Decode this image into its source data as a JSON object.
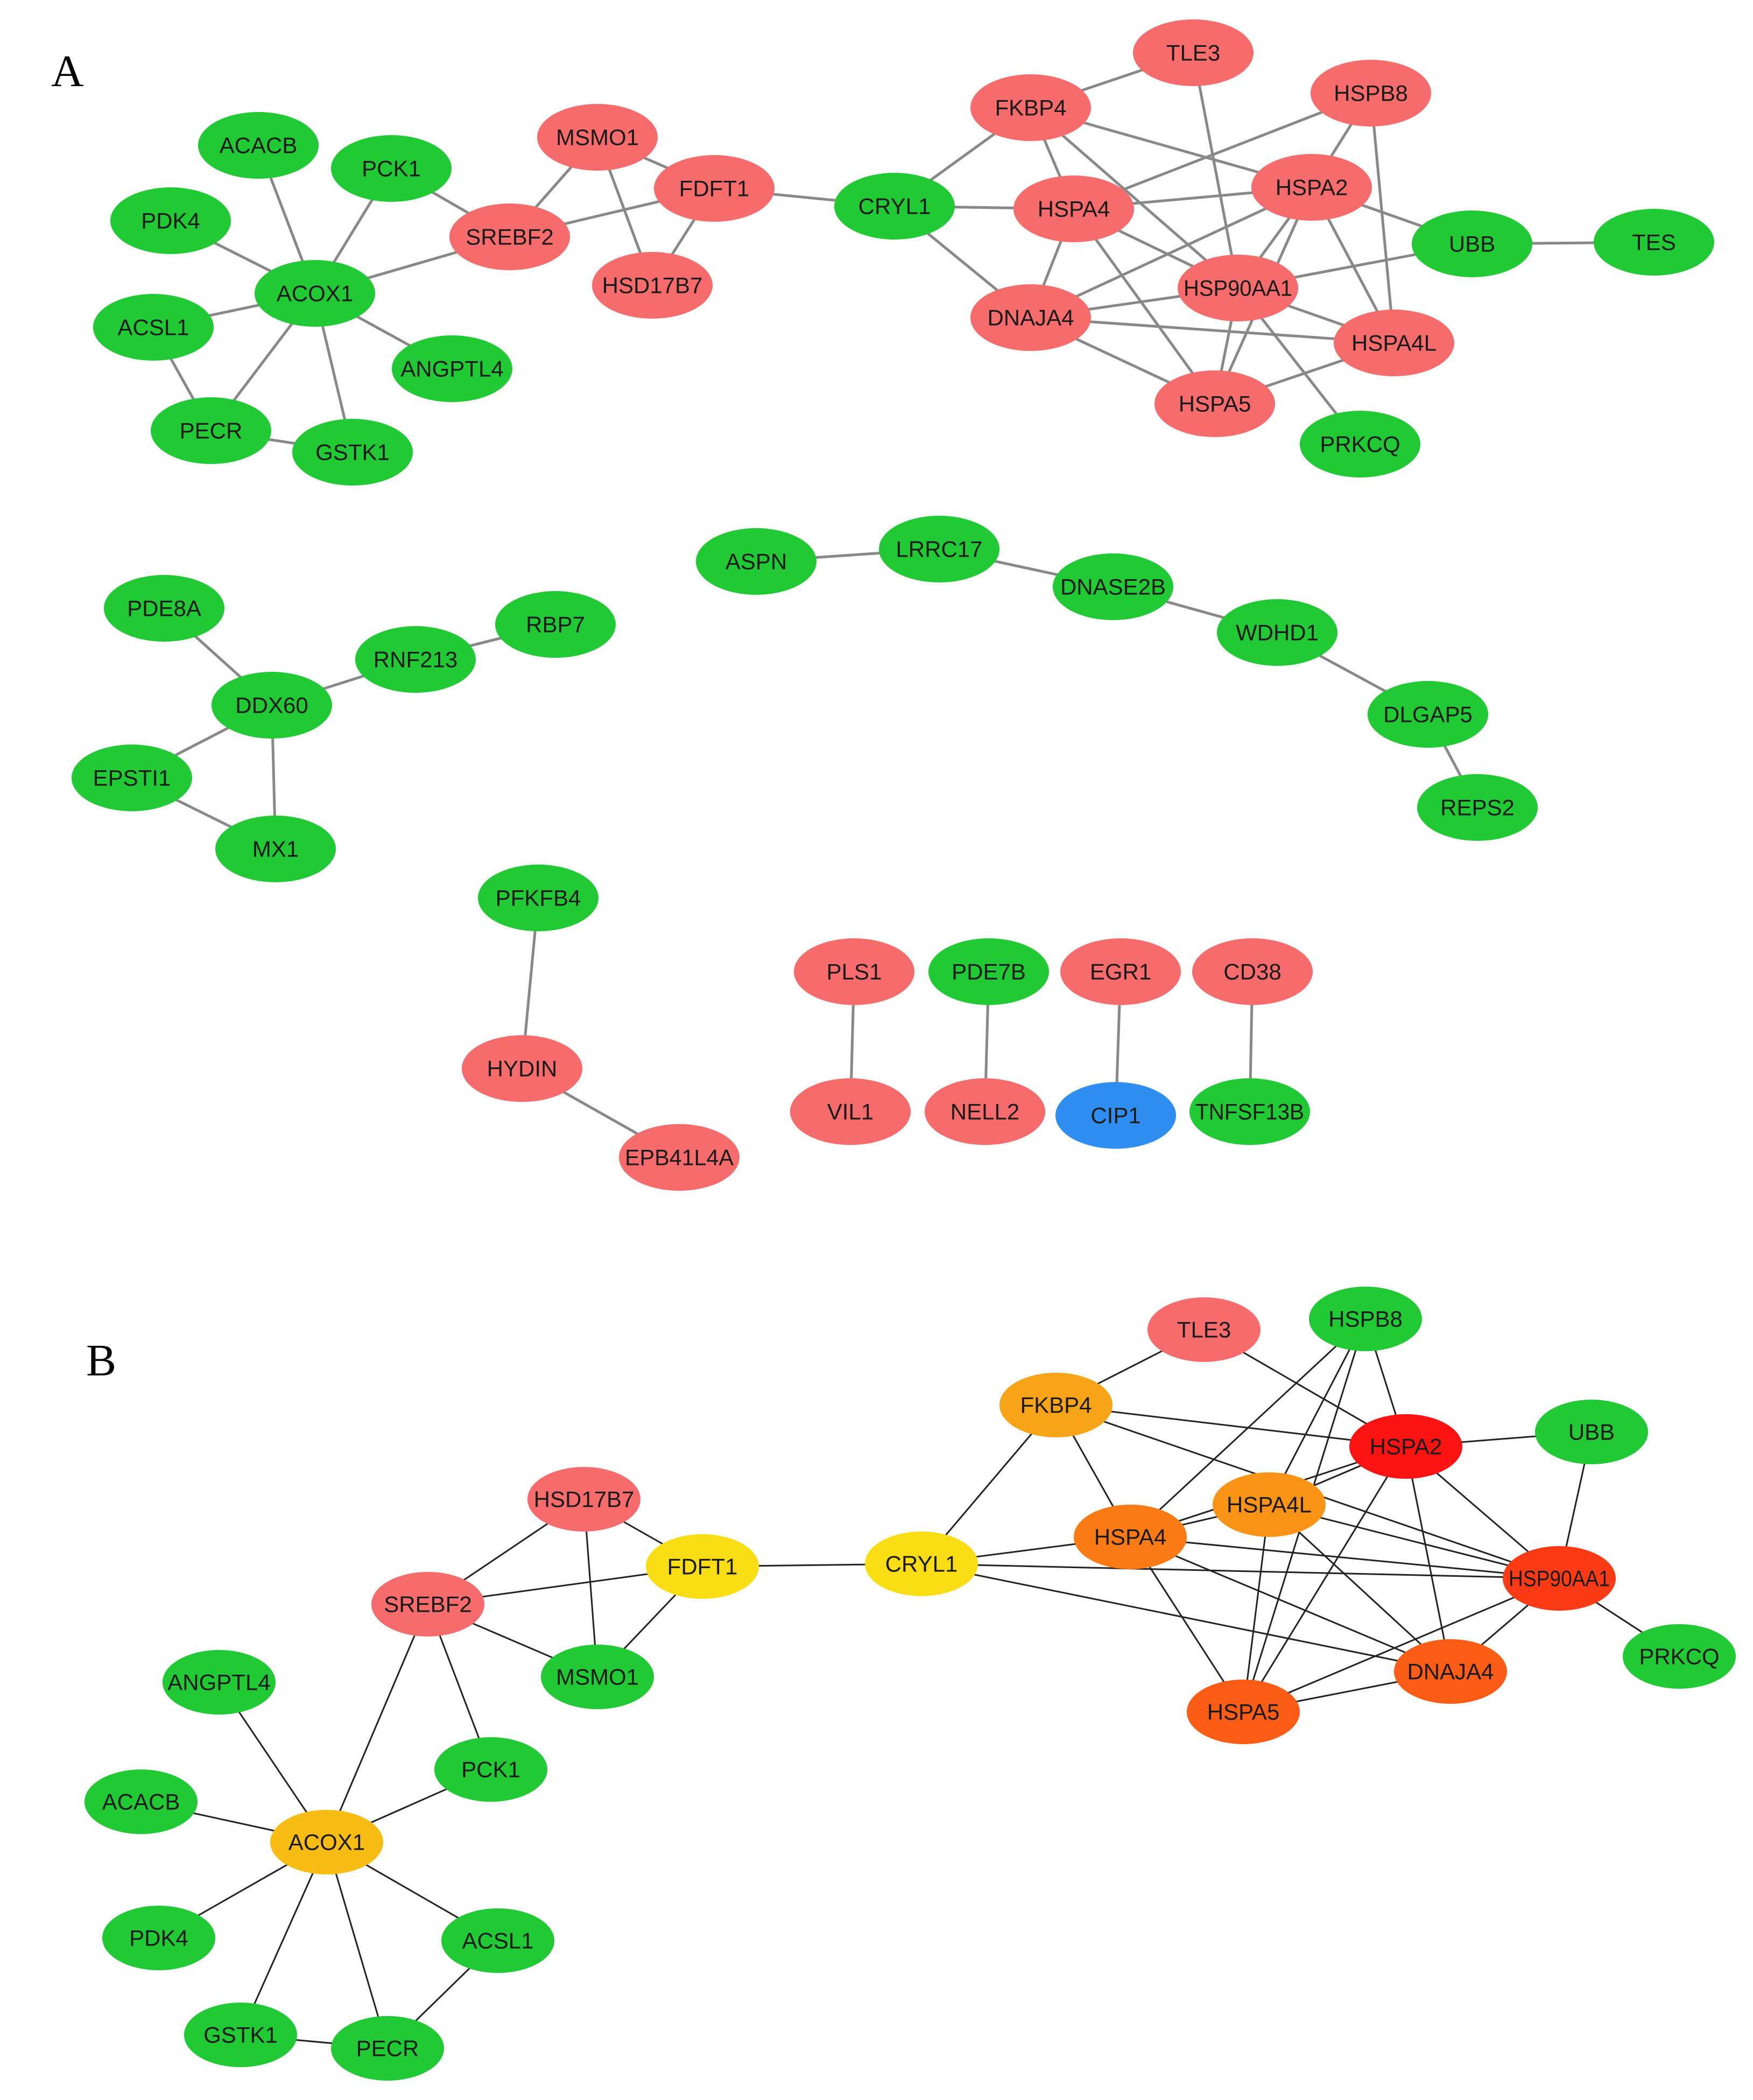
{
  "colors": {
    "green": "#21c934",
    "pink": "#f66b6b",
    "blue": "#2f8ef0",
    "red": "#fb1212",
    "red_orange": "#fb3a16",
    "orange_red": "#fb5c16",
    "orange": "#fa7a16",
    "light_orange": "#fa9416",
    "amber": "#f8a418",
    "gold": "#f8bd14",
    "yellow": "#f8dd14",
    "edge_a": "#888888",
    "edge_b": "#222222"
  },
  "panels": [
    {
      "label": "A",
      "nodes": [
        {
          "id": "ACACB",
          "color": "green"
        },
        {
          "id": "PCK1",
          "color": "green"
        },
        {
          "id": "PDK4",
          "color": "green"
        },
        {
          "id": "ACOX1",
          "color": "green"
        },
        {
          "id": "ACSL1",
          "color": "green"
        },
        {
          "id": "ANGPTL4",
          "color": "green"
        },
        {
          "id": "PECR",
          "color": "green"
        },
        {
          "id": "GSTK1",
          "color": "green"
        },
        {
          "id": "MSMO1",
          "color": "pink"
        },
        {
          "id": "FDFT1",
          "color": "pink"
        },
        {
          "id": "SREBF2",
          "color": "pink"
        },
        {
          "id": "HSD17B7",
          "color": "pink"
        },
        {
          "id": "CRYL1",
          "color": "green"
        },
        {
          "id": "FKBP4",
          "color": "pink"
        },
        {
          "id": "TLE3",
          "color": "pink"
        },
        {
          "id": "HSPB8",
          "color": "pink"
        },
        {
          "id": "HSPA4",
          "color": "pink"
        },
        {
          "id": "HSPA2",
          "color": "pink"
        },
        {
          "id": "UBB",
          "color": "green"
        },
        {
          "id": "TES",
          "color": "green"
        },
        {
          "id": "HSP90AA1",
          "color": "pink"
        },
        {
          "id": "DNAJA4",
          "color": "pink"
        },
        {
          "id": "HSPA4L",
          "color": "pink"
        },
        {
          "id": "HSPA5",
          "color": "pink"
        },
        {
          "id": "PRKCQ",
          "color": "green"
        },
        {
          "id": "ASPN",
          "color": "green"
        },
        {
          "id": "LRRC17",
          "color": "green"
        },
        {
          "id": "DNASE2B",
          "color": "green"
        },
        {
          "id": "WDHD1",
          "color": "green"
        },
        {
          "id": "DLGAP5",
          "color": "green"
        },
        {
          "id": "REPS2",
          "color": "green"
        },
        {
          "id": "PDE8A",
          "color": "green"
        },
        {
          "id": "RBP7",
          "color": "green"
        },
        {
          "id": "RNF213",
          "color": "green"
        },
        {
          "id": "DDX60",
          "color": "green"
        },
        {
          "id": "EPSTI1",
          "color": "green"
        },
        {
          "id": "MX1",
          "color": "green"
        },
        {
          "id": "PFKFB4",
          "color": "green"
        },
        {
          "id": "HYDIN",
          "color": "pink"
        },
        {
          "id": "EPB41L4A",
          "color": "pink"
        },
        {
          "id": "PLS1",
          "color": "pink"
        },
        {
          "id": "VIL1",
          "color": "pink"
        },
        {
          "id": "PDE7B",
          "color": "green"
        },
        {
          "id": "NELL2",
          "color": "pink"
        },
        {
          "id": "EGR1",
          "color": "pink"
        },
        {
          "id": "CIP1",
          "color": "blue"
        },
        {
          "id": "CD38",
          "color": "pink"
        },
        {
          "id": "TNFSF13B",
          "color": "green"
        }
      ],
      "edges": [
        [
          "ACACB",
          "ACOX1"
        ],
        [
          "PCK1",
          "ACOX1"
        ],
        [
          "PDK4",
          "ACOX1"
        ],
        [
          "ACSL1",
          "ACOX1"
        ],
        [
          "ANGPTL4",
          "ACOX1"
        ],
        [
          "PECR",
          "ACOX1"
        ],
        [
          "GSTK1",
          "ACOX1"
        ],
        [
          "ACSL1",
          "PECR"
        ],
        [
          "PECR",
          "GSTK1"
        ],
        [
          "ACOX1",
          "SREBF2"
        ],
        [
          "PCK1",
          "SREBF2"
        ],
        [
          "SREBF2",
          "MSMO1"
        ],
        [
          "SREBF2",
          "FDFT1"
        ],
        [
          "MSMO1",
          "FDFT1"
        ],
        [
          "MSMO1",
          "HSD17B7"
        ],
        [
          "FDFT1",
          "HSD17B7"
        ],
        [
          "FDFT1",
          "CRYL1"
        ],
        [
          "CRYL1",
          "FKBP4"
        ],
        [
          "CRYL1",
          "HSPA4"
        ],
        [
          "CRYL1",
          "DNAJA4"
        ],
        [
          "FKBP4",
          "TLE3"
        ],
        [
          "FKBP4",
          "HSPA4"
        ],
        [
          "FKBP4",
          "HSPA2"
        ],
        [
          "FKBP4",
          "HSP90AA1"
        ],
        [
          "TLE3",
          "HSP90AA1"
        ],
        [
          "HSPB8",
          "HSPA4"
        ],
        [
          "HSPB8",
          "HSPA2"
        ],
        [
          "HSPB8",
          "HSPA4L"
        ],
        [
          "HSPA4",
          "HSPA2"
        ],
        [
          "HSPA4",
          "HSP90AA1"
        ],
        [
          "HSPA4",
          "DNAJA4"
        ],
        [
          "HSPA4",
          "HSPA5"
        ],
        [
          "HSPA2",
          "UBB"
        ],
        [
          "HSPA2",
          "HSP90AA1"
        ],
        [
          "HSPA2",
          "DNAJA4"
        ],
        [
          "HSPA2",
          "HSPA4L"
        ],
        [
          "HSPA2",
          "HSPA5"
        ],
        [
          "UBB",
          "TES"
        ],
        [
          "UBB",
          "HSP90AA1"
        ],
        [
          "HSP90AA1",
          "DNAJA4"
        ],
        [
          "HSP90AA1",
          "HSPA4L"
        ],
        [
          "HSP90AA1",
          "HSPA5"
        ],
        [
          "HSP90AA1",
          "PRKCQ"
        ],
        [
          "DNAJA4",
          "HSPA4L"
        ],
        [
          "DNAJA4",
          "HSPA5"
        ],
        [
          "HSPA4L",
          "HSPA5"
        ],
        [
          "ASPN",
          "LRRC17"
        ],
        [
          "LRRC17",
          "DNASE2B"
        ],
        [
          "DNASE2B",
          "WDHD1"
        ],
        [
          "WDHD1",
          "DLGAP5"
        ],
        [
          "DLGAP5",
          "REPS2"
        ],
        [
          "PDE8A",
          "DDX60"
        ],
        [
          "RBP7",
          "RNF213"
        ],
        [
          "RNF213",
          "DDX60"
        ],
        [
          "DDX60",
          "EPSTI1"
        ],
        [
          "DDX60",
          "MX1"
        ],
        [
          "EPSTI1",
          "MX1"
        ],
        [
          "PFKFB4",
          "HYDIN"
        ],
        [
          "HYDIN",
          "EPB41L4A"
        ],
        [
          "PLS1",
          "VIL1"
        ],
        [
          "PDE7B",
          "NELL2"
        ],
        [
          "EGR1",
          "CIP1"
        ],
        [
          "CD38",
          "TNFSF13B"
        ]
      ]
    },
    {
      "label": "B",
      "nodes": [
        {
          "id": "TLE3",
          "color": "pink"
        },
        {
          "id": "HSPB8",
          "color": "green"
        },
        {
          "id": "FKBP4",
          "color": "amber"
        },
        {
          "id": "HSPA2",
          "color": "red"
        },
        {
          "id": "UBB",
          "color": "green"
        },
        {
          "id": "HSPA4L",
          "color": "light_orange"
        },
        {
          "id": "HSD17B7",
          "color": "pink"
        },
        {
          "id": "HSPA4",
          "color": "orange"
        },
        {
          "id": "FDFT1",
          "color": "yellow"
        },
        {
          "id": "CRYL1",
          "color": "yellow"
        },
        {
          "id": "HSP90AA1",
          "color": "red_orange"
        },
        {
          "id": "SREBF2",
          "color": "pink"
        },
        {
          "id": "PRKCQ",
          "color": "green"
        },
        {
          "id": "MSMO1",
          "color": "green"
        },
        {
          "id": "DNAJA4",
          "color": "orange_red"
        },
        {
          "id": "ANGPTL4",
          "color": "green"
        },
        {
          "id": "HSPA5",
          "color": "orange_red"
        },
        {
          "id": "PCK1",
          "color": "green"
        },
        {
          "id": "ACACB",
          "color": "green"
        },
        {
          "id": "ACOX1",
          "color": "gold"
        },
        {
          "id": "ACSL1",
          "color": "green"
        },
        {
          "id": "PDK4",
          "color": "green"
        },
        {
          "id": "GSTK1",
          "color": "green"
        },
        {
          "id": "PECR",
          "color": "green"
        }
      ],
      "edges": [
        [
          "TLE3",
          "FKBP4"
        ],
        [
          "TLE3",
          "HSPA2"
        ],
        [
          "HSPB8",
          "HSPA2"
        ],
        [
          "HSPB8",
          "HSPA4L"
        ],
        [
          "HSPB8",
          "HSPA4"
        ],
        [
          "HSPB8",
          "HSPA5"
        ],
        [
          "FKBP4",
          "HSPA2"
        ],
        [
          "FKBP4",
          "HSPA4"
        ],
        [
          "FKBP4",
          "HSP90AA1"
        ],
        [
          "FKBP4",
          "CRYL1"
        ],
        [
          "HSPA2",
          "UBB"
        ],
        [
          "HSPA2",
          "HSPA4L"
        ],
        [
          "HSPA2",
          "HSP90AA1"
        ],
        [
          "HSPA2",
          "DNAJA4"
        ],
        [
          "HSPA2",
          "HSPA5"
        ],
        [
          "HSPA2",
          "HSPA4"
        ],
        [
          "UBB",
          "HSP90AA1"
        ],
        [
          "HSPA4L",
          "HSPA4"
        ],
        [
          "HSPA4L",
          "HSP90AA1"
        ],
        [
          "HSPA4L",
          "HSPA5"
        ],
        [
          "HSPA4L",
          "DNAJA4"
        ],
        [
          "HSPA4",
          "CRYL1"
        ],
        [
          "HSPA4",
          "HSP90AA1"
        ],
        [
          "HSPA4",
          "HSPA5"
        ],
        [
          "HSPA4",
          "DNAJA4"
        ],
        [
          "HSP90AA1",
          "DNAJA4"
        ],
        [
          "HSP90AA1",
          "HSPA5"
        ],
        [
          "HSP90AA1",
          "PRKCQ"
        ],
        [
          "HSP90AA1",
          "CRYL1"
        ],
        [
          "DNAJA4",
          "HSPA5"
        ],
        [
          "CRYL1",
          "DNAJA4"
        ],
        [
          "CRYL1",
          "FDFT1"
        ],
        [
          "FDFT1",
          "HSD17B7"
        ],
        [
          "FDFT1",
          "SREBF2"
        ],
        [
          "FDFT1",
          "MSMO1"
        ],
        [
          "HSD17B7",
          "SREBF2"
        ],
        [
          "HSD17B7",
          "MSMO1"
        ],
        [
          "SREBF2",
          "MSMO1"
        ],
        [
          "SREBF2",
          "PCK1"
        ],
        [
          "SREBF2",
          "ACOX1"
        ],
        [
          "ANGPTL4",
          "ACOX1"
        ],
        [
          "ACACB",
          "ACOX1"
        ],
        [
          "PDK4",
          "ACOX1"
        ],
        [
          "GSTK1",
          "ACOX1"
        ],
        [
          "PECR",
          "ACOX1"
        ],
        [
          "ACSL1",
          "ACOX1"
        ],
        [
          "PCK1",
          "ACOX1"
        ],
        [
          "GSTK1",
          "PECR"
        ],
        [
          "PECR",
          "ACSL1"
        ]
      ]
    }
  ]
}
